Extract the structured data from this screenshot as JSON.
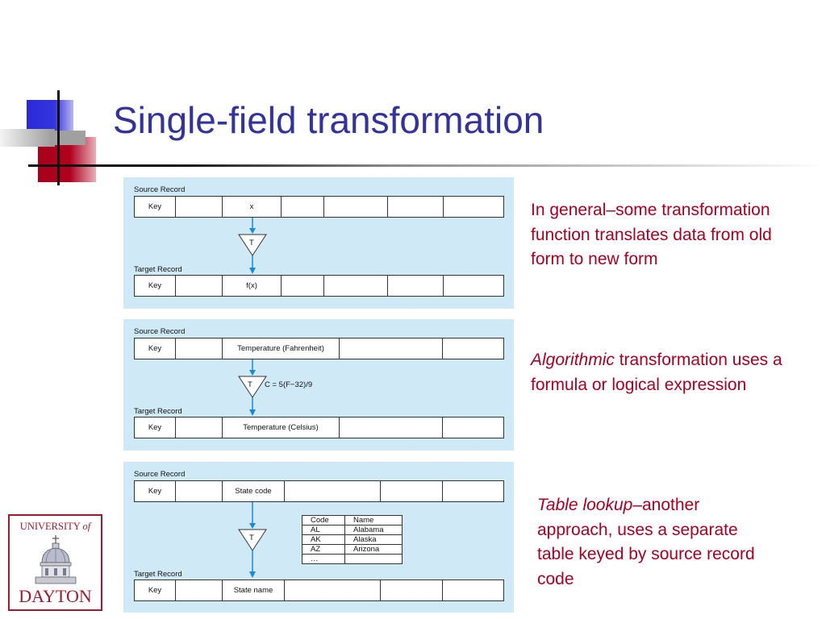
{
  "title": "Single-field transformation",
  "colors": {
    "title": "#333399",
    "note": "#a50021",
    "panel": "#cfe9f6",
    "arrow": "#1a8ad8"
  },
  "diagram1": {
    "source_label": "Source Record",
    "source_cells": [
      "Key",
      "",
      "x",
      "",
      "",
      "",
      ""
    ],
    "transform_label": "T",
    "target_label": "Target Record",
    "target_cells": [
      "Key",
      "",
      "f(x)",
      "",
      "",
      "",
      ""
    ]
  },
  "diagram2": {
    "source_label": "Source Record",
    "source_cells": [
      "Key",
      "",
      "Temperature (Fahrenheit)",
      "",
      ""
    ],
    "transform_label": "T",
    "formula": "C = 5(F−32)/9",
    "target_label": "Target Record",
    "target_cells": [
      "Key",
      "",
      "Temperature (Celsius)",
      "",
      ""
    ]
  },
  "diagram3": {
    "source_label": "Source Record",
    "source_cells": [
      "Key",
      "",
      "State code",
      "",
      "",
      ""
    ],
    "transform_label": "T",
    "lookup_table": {
      "headers": [
        "Code",
        "Name"
      ],
      "rows": [
        [
          "AL",
          "Alabama"
        ],
        [
          "AK",
          "Alaska"
        ],
        [
          "AZ",
          "Arizona"
        ],
        [
          "…",
          ""
        ]
      ]
    },
    "target_label": "Target Record",
    "target_cells": [
      "Key",
      "",
      "State name",
      "",
      "",
      ""
    ]
  },
  "notes": {
    "note1": "In general–some transformation function translates data from old form to new form",
    "note2_italic": "Algorithmic",
    "note2_rest": " transformation uses a formula or logical expression",
    "note3_italic": "Table lookup",
    "note3_rest": "–another approach, uses a separate table keyed by source record code"
  },
  "logo": {
    "top_text": "UNIVERSITY",
    "top_of": "of",
    "bottom_text": "DAYTON"
  }
}
